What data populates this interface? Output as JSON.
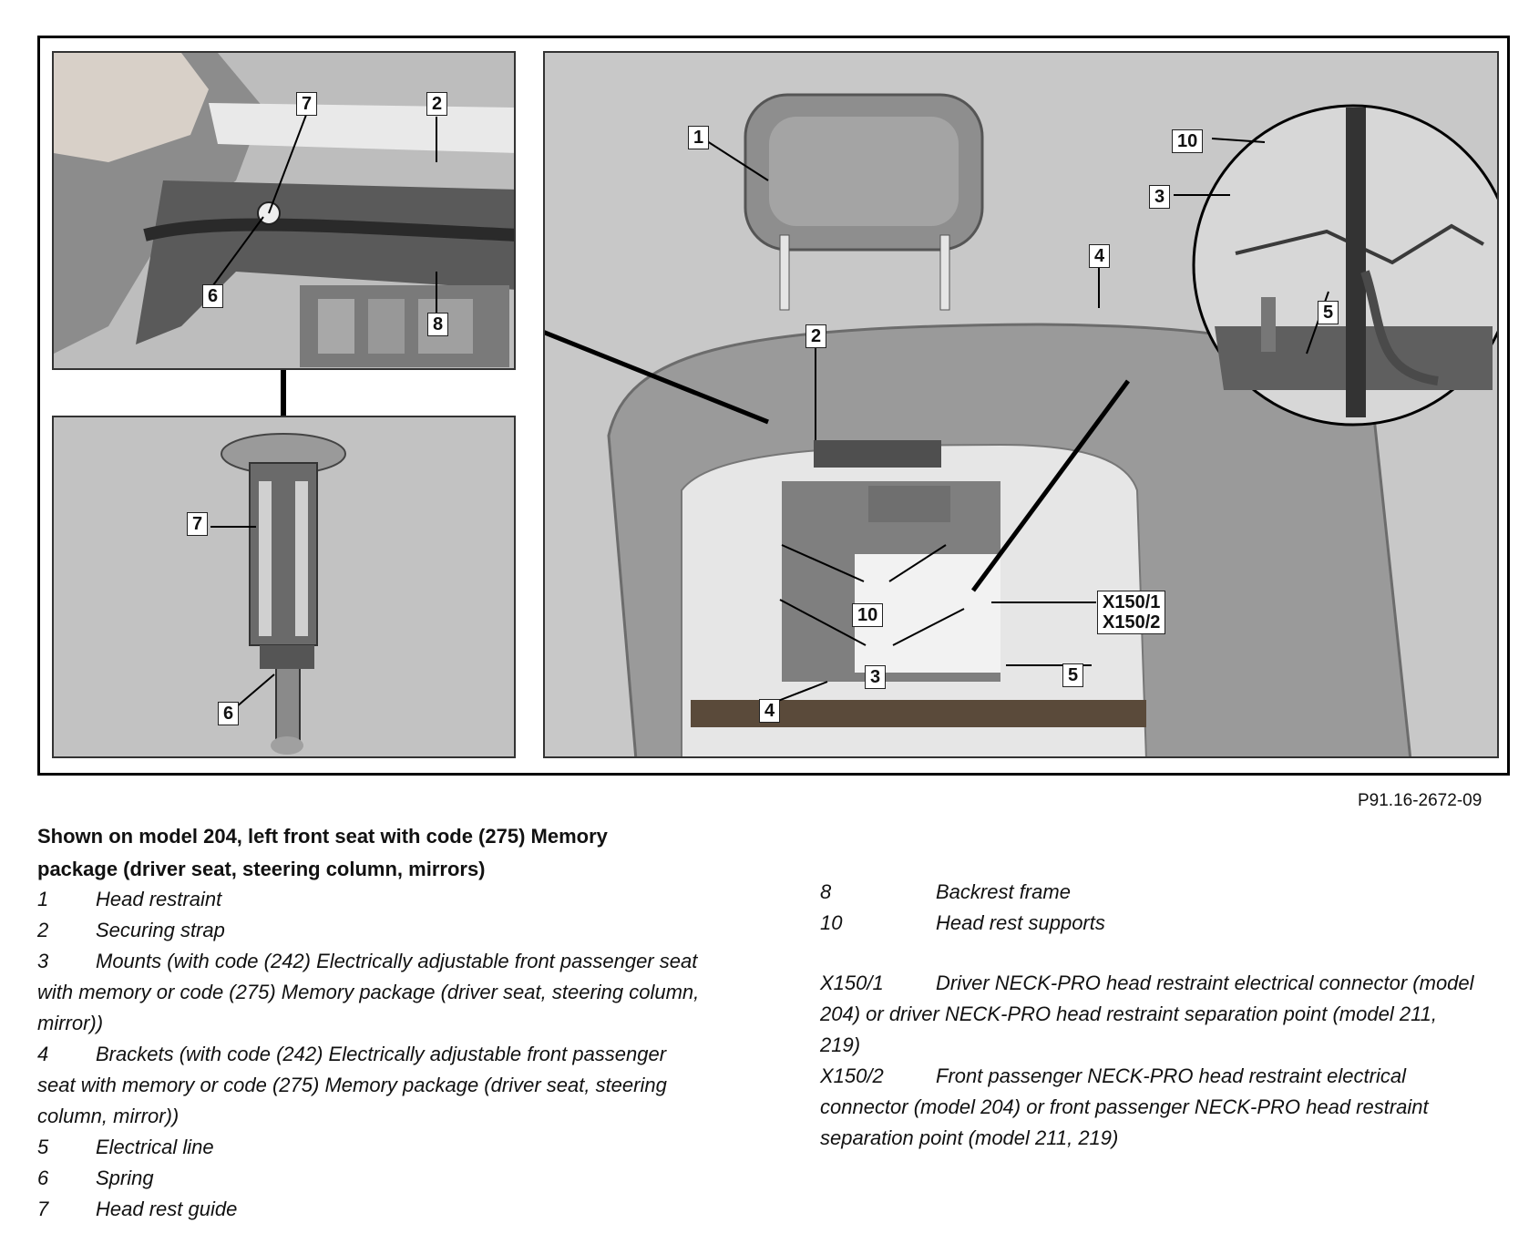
{
  "figure": {
    "code": "P91.16-2672-09",
    "callouts": {
      "top_left": [
        "7",
        "2",
        "6",
        "8"
      ],
      "bottom_left": [
        "7",
        "6"
      ],
      "main": [
        "1",
        "2",
        "10",
        "3",
        "4",
        "5",
        "X150/1\nX150/2"
      ],
      "detail": [
        "10",
        "3",
        "4",
        "5"
      ]
    }
  },
  "caption": {
    "title": "Shown on model 204, left front seat with code (275) Memory package (driver seat, steering column, mirrors)",
    "legend_left": [
      {
        "num": "1",
        "text": "Head restraint"
      },
      {
        "num": "2",
        "text": "Securing strap"
      },
      {
        "num": "3",
        "text": "Mounts (with code (242) Electrically adjustable front passenger seat with memory or code (275) Memory package (driver seat, steering column, mirror))"
      },
      {
        "num": "4",
        "text": "Brackets (with code (242) Electrically adjustable front passenger seat with memory or code (275) Memory package (driver seat, steering column, mirror))"
      },
      {
        "num": "5",
        "text": "Electrical line"
      },
      {
        "num": "6",
        "text": "Spring"
      },
      {
        "num": "7",
        "text": "Head rest guide"
      }
    ],
    "legend_right": [
      {
        "num": "8",
        "text": "Backrest frame"
      },
      {
        "num": "10",
        "text": "Head rest supports"
      }
    ],
    "legend_connectors": [
      {
        "num": "X150/1",
        "text": "Driver NECK-PRO head restraint electrical connector (model 204) or driver NECK-PRO head restraint separation point (model 211, 219)"
      },
      {
        "num": "X150/2",
        "text": "Front passenger NECK-PRO head restraint electrical connector (model 204) or front passenger NECK-PRO head restraint separation point (model 211, 219)"
      }
    ]
  },
  "colors": {
    "frame": "#000000",
    "photo_bg": "#c9c9c9",
    "seat": "#9d9d9d"
  }
}
